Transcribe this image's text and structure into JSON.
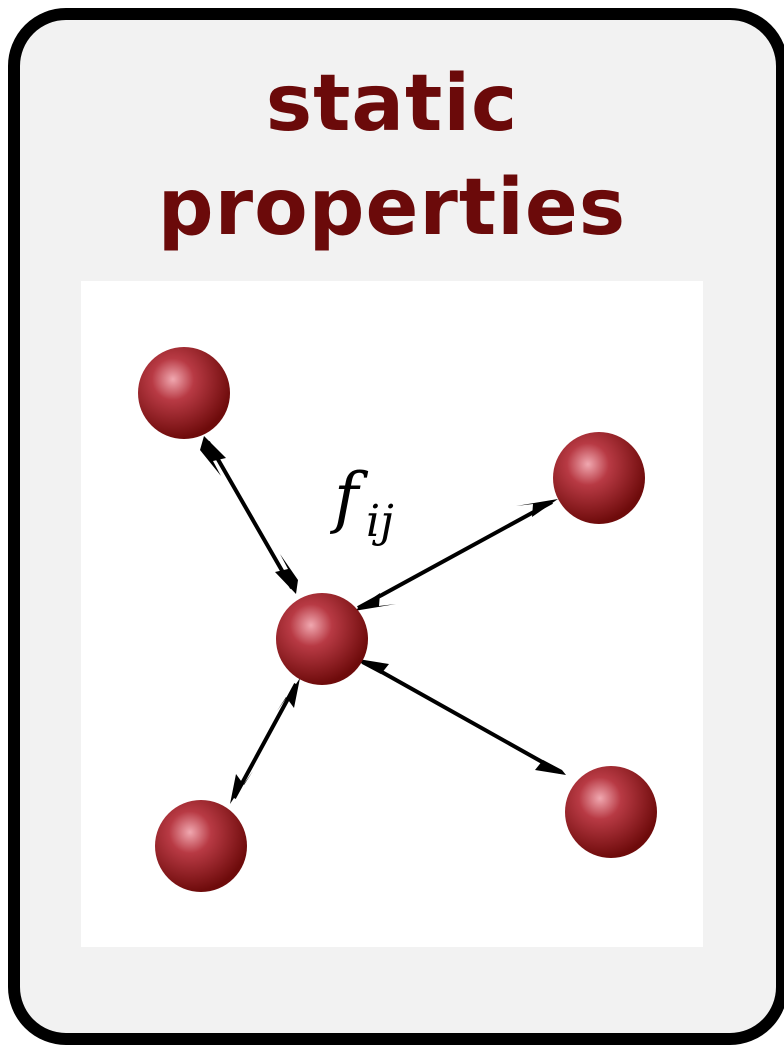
{
  "title": {
    "line1": "static",
    "line2": "properties"
  },
  "diagram": {
    "interaction_label": "f",
    "interaction_subscript": "ij",
    "particle_color": "#8b1515",
    "arrow_color": "#000000",
    "title_color": "#6b0a0a"
  }
}
